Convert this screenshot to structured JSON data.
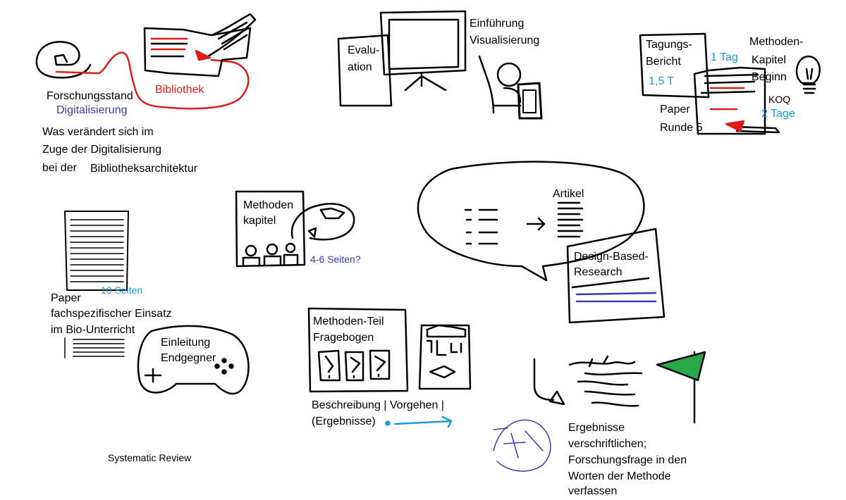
{
  "colors": {
    "ink": "#000000",
    "red": "#e01b1b",
    "blue": "#3a3ab0",
    "cyan": "#1a9ad6",
    "green": "#2aa84a"
  },
  "topleft": {
    "forschungsstand": "Forschungsstand",
    "bibliothek": "Bibliothek",
    "digitalisierung": "Digitalisierung",
    "question_line1": "Was verändert sich im",
    "question_line2": "Zuge der Digitalisierung",
    "question_line3": "bei der",
    "question_line3b": "Bibliotheksarchitektur"
  },
  "topcenter": {
    "evaluation_line1": "Evalu-",
    "evaluation_line2": "ation",
    "einfuehrung": "Einführung",
    "visualisierung": "Visualisierung"
  },
  "topright": {
    "tagungs": "Tagungs-",
    "bericht": "Bericht",
    "duration_15": "1,5 T",
    "one_day": "1 Tag",
    "methoden": "Methoden-",
    "kapitel": "Kapitel",
    "beginn": "Beginn",
    "koq": "KOQ",
    "two_days": "2 Tage",
    "paper": "Paper",
    "runde": "Runde 5"
  },
  "middle": {
    "methodenkapitel_line1": "Methoden",
    "methodenkapitel_line2": "kapitel",
    "pages_question": "4-6 Seiten?",
    "artikel": "Artikel",
    "dbr_line1": "Design-Based-",
    "dbr_line2": "Research"
  },
  "left": {
    "ten_pages": "10 Seiten",
    "paper": "Paper",
    "line2": "fachspezifischer Einsatz",
    "line3": "im Bio-Unterricht",
    "einleitung": "Einleitung",
    "endgegner": "Endgegner",
    "systematic_review": "Systematic Review"
  },
  "bottomcenter": {
    "methoden_teil": "Methoden-Teil",
    "fragebogen": "Fragebogen",
    "beschreibung": "Beschreibung | Vorgehen |",
    "ergebnisse": "(Ergebnisse)"
  },
  "bottomright": {
    "line1": "Ergebnisse",
    "line2": "verschriftlichen;",
    "line3": "Forschungsfrage in den",
    "line4": "Worten der Methode",
    "line5": "verfassen"
  }
}
